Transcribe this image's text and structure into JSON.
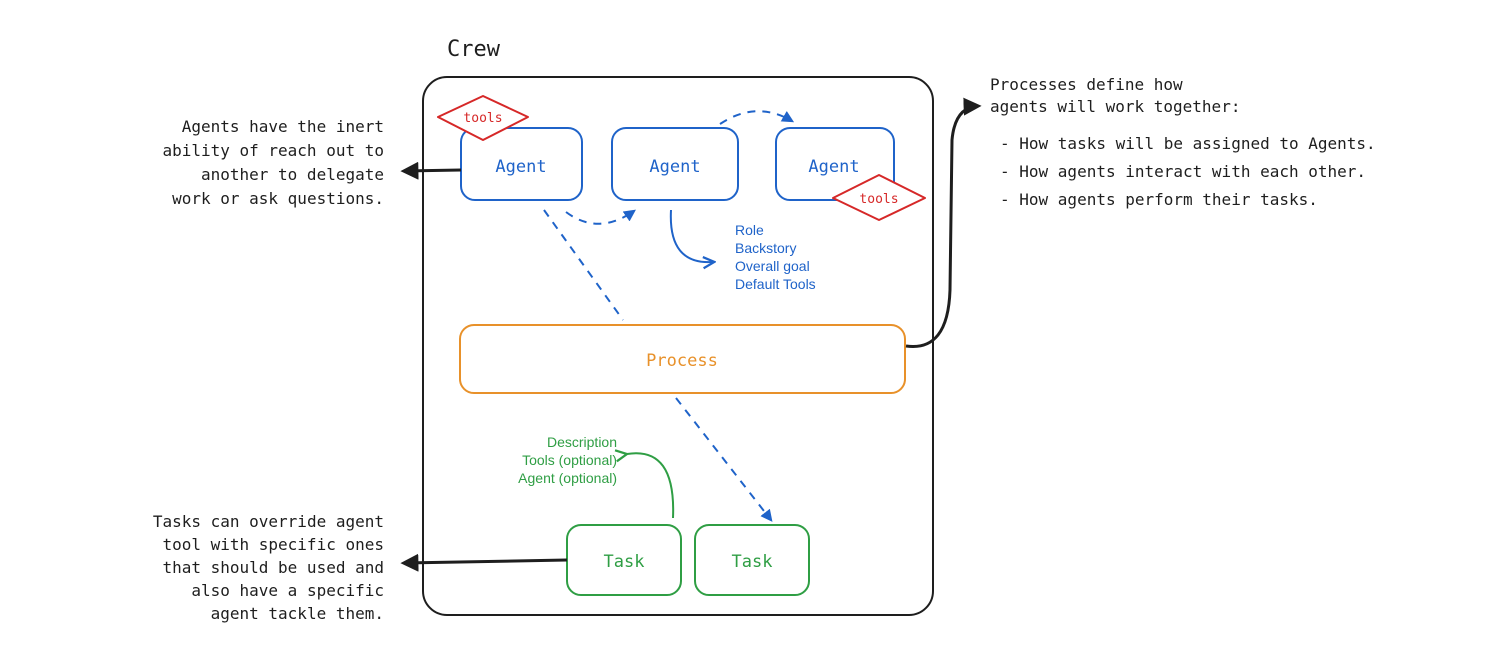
{
  "crew_title": "Crew",
  "agents": [
    {
      "label": "Agent"
    },
    {
      "label": "Agent"
    },
    {
      "label": "Agent"
    }
  ],
  "tools_badges": [
    "tools",
    "tools"
  ],
  "agent_attributes": [
    "Role",
    "Backstory",
    "Overall goal",
    "Default Tools"
  ],
  "process_label": "Process",
  "task_attributes": [
    "Description",
    "Tools (optional)",
    "Agent (optional)"
  ],
  "tasks": [
    {
      "label": "Task"
    },
    {
      "label": "Task"
    }
  ],
  "notes": {
    "agents_delegation": [
      "Agents have the inert",
      "ability of reach out to",
      "another to delegate",
      "work or ask questions."
    ],
    "tasks_override": [
      "Tasks can override agent",
      "tool with specific ones",
      "that should be used and",
      "also have a specific",
      "agent tackle them."
    ],
    "processes_title": [
      "Processes define how",
      "agents will work together:"
    ],
    "processes_bullets": [
      "- How tasks will be assigned to Agents.",
      "- How agents interact with each other.",
      "- How agents perform their tasks."
    ]
  },
  "colors": {
    "ink": "#1e1e1e",
    "agent": "#1f63c9",
    "tools": "#d62828",
    "process": "#e8912a",
    "task": "#2f9e44"
  }
}
